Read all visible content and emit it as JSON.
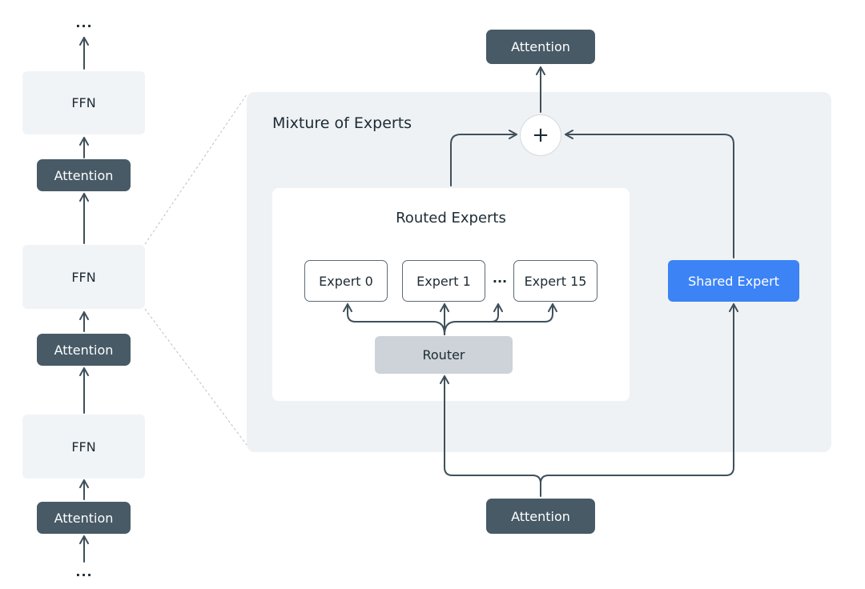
{
  "left_stack": {
    "top_dots": "...",
    "bottom_dots": "...",
    "ffn_top": "FFN",
    "attention_upper": "Attention",
    "ffn_mid": "FFN",
    "attention_mid": "Attention",
    "ffn_bottom": "FFN",
    "attention_bottom": "Attention"
  },
  "moe": {
    "title": "Mixture of Experts",
    "routed_title": "Routed Experts",
    "experts": [
      "Expert 0",
      "Expert 1",
      "Expert 15"
    ],
    "expert_ellipsis": "···",
    "router": "Router",
    "shared_expert": "Shared Expert",
    "sum_symbol": "+",
    "attention_in": "Attention",
    "attention_out": "Attention"
  },
  "colors": {
    "dark_box": "#475a66",
    "light_box": "#f1f4f7",
    "panel": "#eff2f5",
    "router": "#cdd3d8",
    "shared_expert": "#3c83f6",
    "arrow": "#3f505b"
  }
}
